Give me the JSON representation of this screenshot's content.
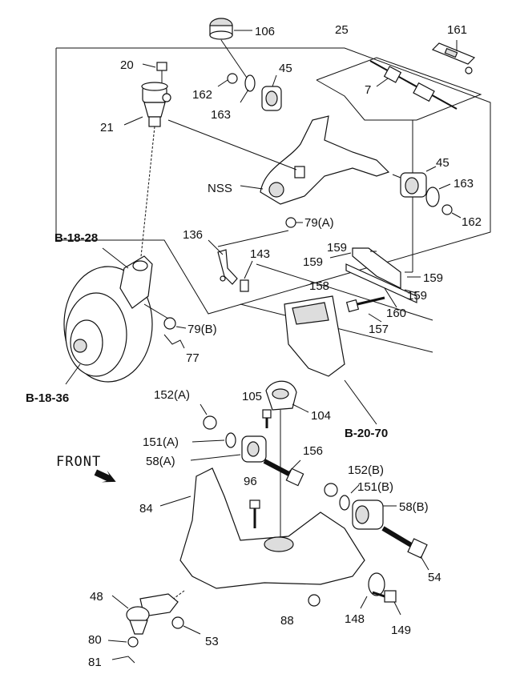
{
  "labels": {
    "p106": "106",
    "p25": "25",
    "p161": "161",
    "p20": "20",
    "p45a": "45",
    "p7": "7",
    "p162a": "162",
    "p163a": "163",
    "p21": "21",
    "nss": "NSS",
    "p45b": "45",
    "p163b": "163",
    "p162b": "162",
    "p79a": "79(A)",
    "p136": "136",
    "p143": "143",
    "p159a": "159",
    "p159b": "159",
    "p159c": "159",
    "p159d": "159",
    "p158": "158",
    "p160": "160",
    "p157": "157",
    "p79b": "79(B)",
    "p77": "77",
    "p152a": "152(A)",
    "p105": "105",
    "p104": "104",
    "p151a": "151(A)",
    "p58a": "58(A)",
    "p156": "156",
    "p96": "96",
    "p152b": "152(B)",
    "p151b": "151(B)",
    "p58b": "58(B)",
    "p84": "84",
    "p54": "54",
    "p48": "48",
    "p88": "88",
    "p148": "148",
    "p149": "149",
    "p53": "53",
    "p80": "80",
    "p81": "81"
  },
  "refs": {
    "b1828": "B-18-28",
    "b1836": "B-18-36",
    "b2070": "B-20-70"
  },
  "front_label": "FRONT"
}
